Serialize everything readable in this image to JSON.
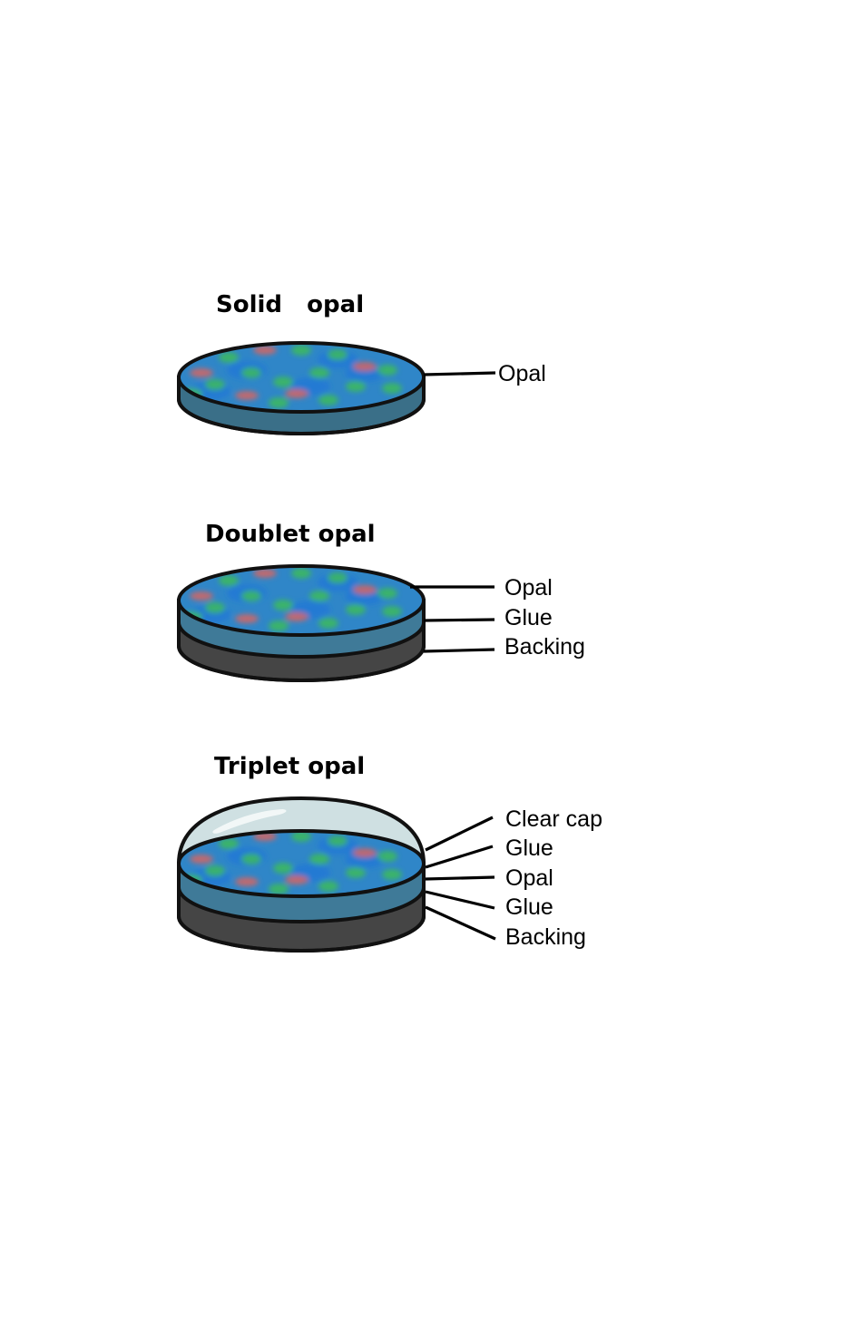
{
  "diagram": {
    "colors": {
      "opal_face": "#2f86c8",
      "opal_side": "#3a6f88",
      "glue_layer": "#3f7a98",
      "backing": "#454545",
      "cap": "#cfe0e2",
      "cap_highlight": "#f2f7f7",
      "fleck_green": "#3dbb5a",
      "fleck_red": "#d9645f",
      "outline": "#111111"
    },
    "panels": [
      {
        "id": "solid",
        "title": "Solid   opal",
        "layers": [
          "Opal"
        ]
      },
      {
        "id": "doublet",
        "title": "Doublet opal",
        "layers": [
          "Opal",
          "Glue",
          "Backing"
        ]
      },
      {
        "id": "triplet",
        "title": "Triplet opal",
        "layers": [
          "Clear cap",
          "Glue",
          "Opal",
          "Glue",
          "Backing"
        ]
      }
    ]
  }
}
